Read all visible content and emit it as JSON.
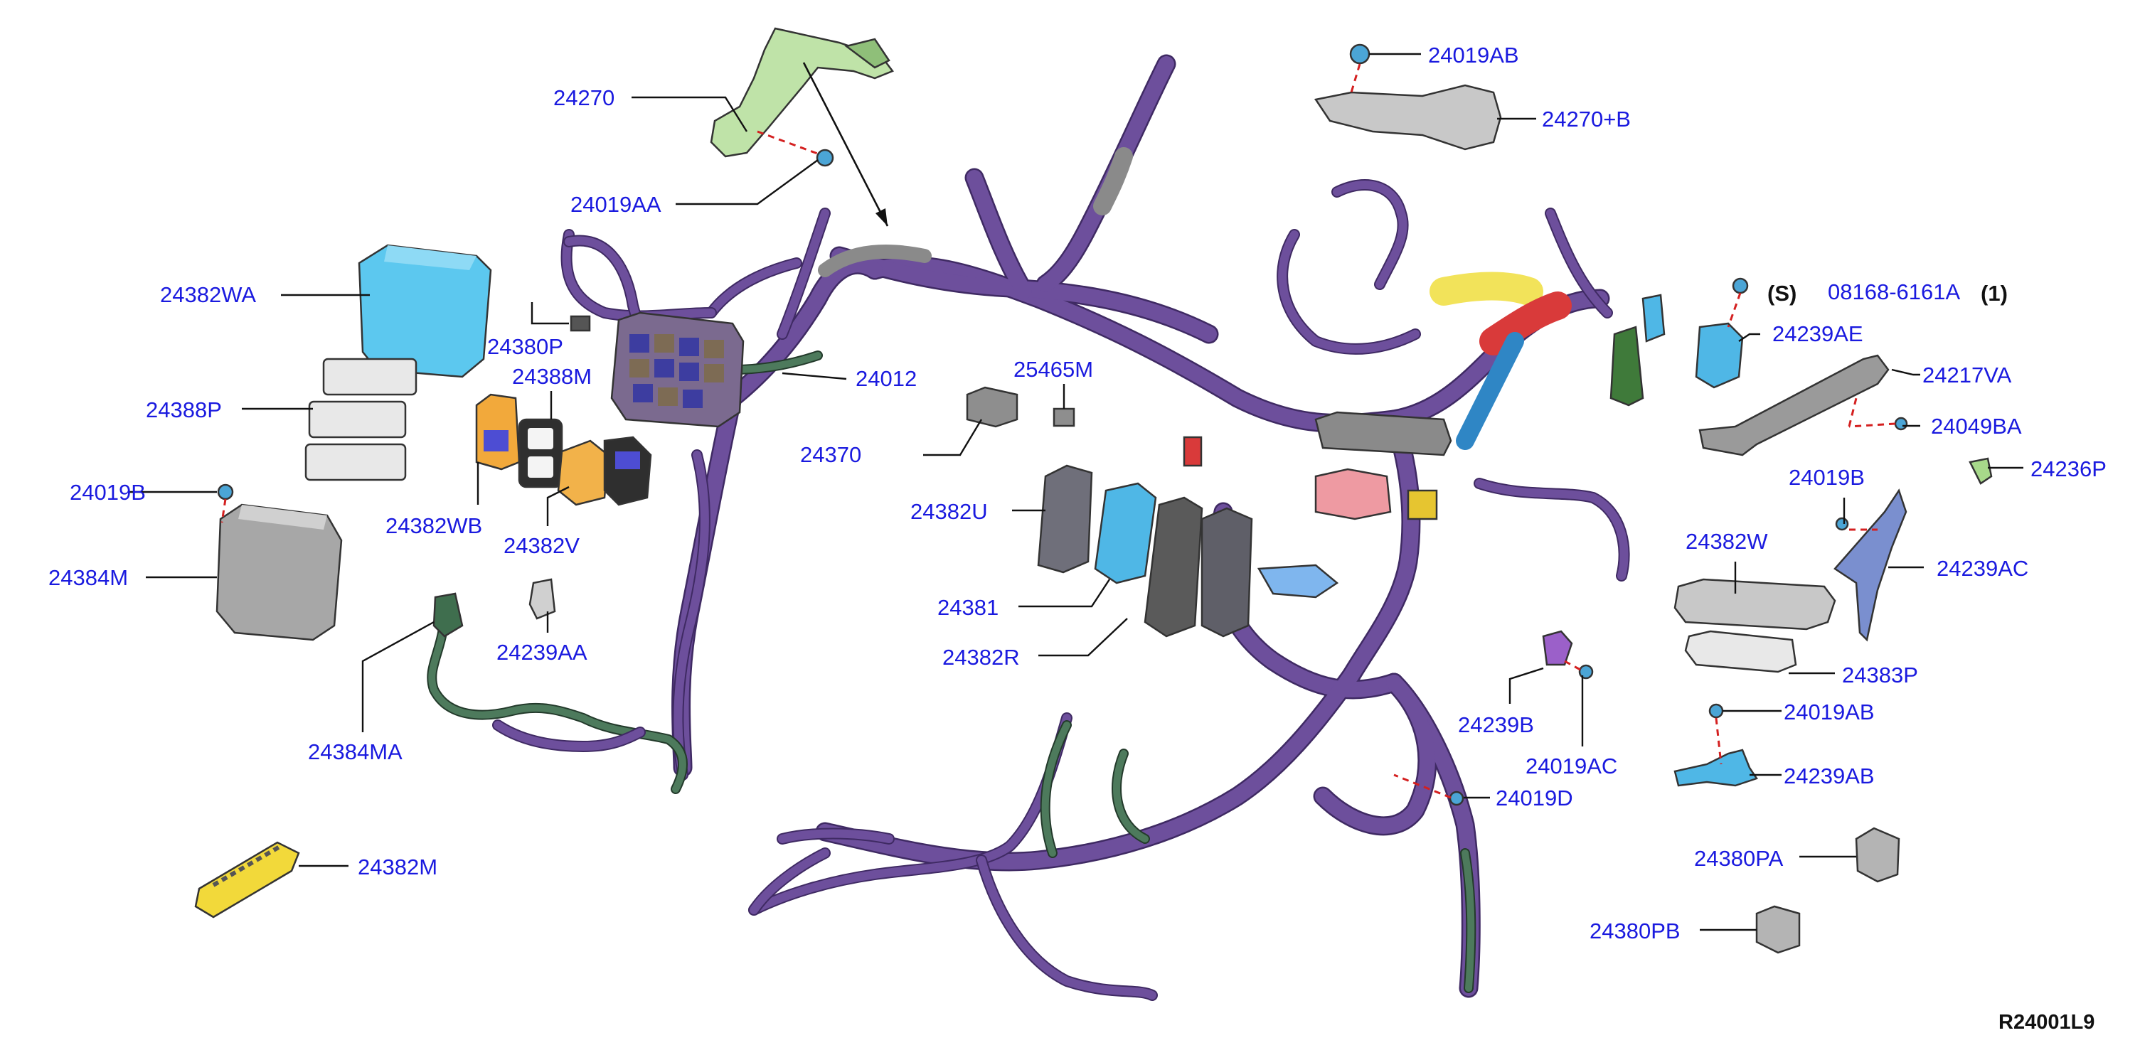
{
  "diagram": {
    "reference_code": "R24001L9",
    "fastener_note": {
      "symbol": "(S)",
      "part_number": "08168-6161A",
      "quantity": "(1)"
    },
    "labels": {
      "p24270": "24270",
      "p24019AA": "24019AA",
      "p24019AB_top": "24019AB",
      "p24270B": "24270+B",
      "p24382WA": "24382WA",
      "p24380P": "24380P",
      "p24388M": "24388M",
      "p24012": "24012",
      "p24388P": "24388P",
      "p24019B_left": "24019B",
      "p24382WB": "24382WB",
      "p24382V": "24382V",
      "p24384M": "24384M",
      "p24239AA": "24239AA",
      "p24384MA": "24384MA",
      "p24382M": "24382M",
      "p25465M": "25465M",
      "p24370": "24370",
      "p24382U": "24382U",
      "p24381": "24381",
      "p24382R": "24382R",
      "p24239AE": "24239AE",
      "p24217VA": "24217VA",
      "p24049BA": "24049BA",
      "p24236P": "24236P",
      "p24019B_right": "24019B",
      "p24239AC": "24239AC",
      "p24382W": "24382W",
      "p24383P": "24383P",
      "p24019AB_right": "24019AB",
      "p24239AB": "24239AB",
      "p24239B": "24239B",
      "p24019AC": "24019AC",
      "p24019D": "24019D",
      "p24380PA": "24380PA",
      "p24380PB": "24380PB"
    },
    "colors": {
      "label": "#1a1adf",
      "harness_purple": "#6d4f9c",
      "harness_green": "#4d7a5c",
      "bracket_green": "#bfe3a8",
      "cover_cyan": "#5cc8ef",
      "part_gray": "#9a9a9a",
      "fuse_orange": "#f2a93b",
      "tape_yellow": "#f2e35a",
      "tape_red": "#d93a3a",
      "dashed_red": "#d42020"
    }
  }
}
